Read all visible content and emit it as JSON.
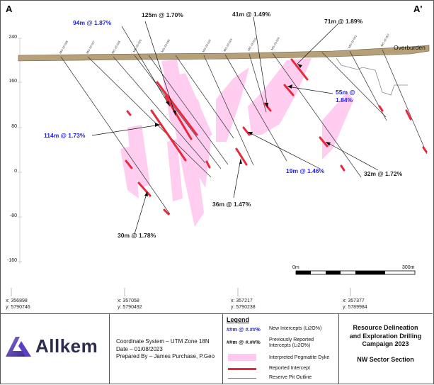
{
  "section": {
    "left_label": "A",
    "right_label": "A'",
    "overburden_label": "Overburden",
    "elevation_ticks": [
      "240",
      "160",
      "80",
      "0",
      "-80",
      "-160"
    ],
    "hole_labels": [
      "MG-22-028",
      "MG-22-027",
      "MG-22-026",
      "MG-22-025",
      "MG-23-040",
      "MG-22-024",
      "MG-22-023",
      "MG-23-019",
      "MG-23-024",
      "MG-22-001",
      "MG-22-007"
    ],
    "scale": {
      "start": "0m",
      "end": "300m"
    }
  },
  "intercepts": {
    "new": [
      "94m @ 1.87%",
      "114m @ 1.73%",
      "55m @ 1.84%",
      "19m @ 1.46%"
    ],
    "previous": [
      "125m @ 1.70%",
      "41m @ 1.49%",
      "71m @ 1.89%",
      "32m @ 1.72%",
      "36m @ 1.47%",
      "30m @ 1.78%"
    ]
  },
  "coordinates": [
    {
      "x": "x: 356898",
      "y": "y: 5790746"
    },
    {
      "x": "x: 357058",
      "y": "y: 5790492"
    },
    {
      "x": "x: 357217",
      "y": "y: 5790238"
    },
    {
      "x": "x: 357377",
      "y": "y: 5789984"
    }
  ],
  "footer": {
    "logo_text": "Allkem",
    "info": [
      "Coordinate System – UTM Zone 18N",
      "Date – 01/08/2023",
      "Prepared By – James Purchase, P.Geo"
    ],
    "legend": {
      "title": "Legend",
      "new_symbol": "##m @ #.##%",
      "new_text": "New Intercepts (Li2O%)",
      "prev_symbol": "##m @ #.##%",
      "prev_text": "Previously Reported Intercepts (Li2O%)",
      "dyke_text": "Interpreted Pegmatite Dyke",
      "intercept_text": "Reported Intercept",
      "pit_text": "Reserve Pit Outline"
    },
    "title": [
      "Resource Delineation",
      "and Exploration Drilling",
      "Campaign 2023"
    ],
    "subtitle": "NW Sector Section"
  },
  "colors": {
    "new_intercept": "#2222dd",
    "previous_intercept": "#222222",
    "dyke": "#ffc8ee",
    "intercept": "#e8283c",
    "overburden": "#b5a07a",
    "logo": "#2b2d4f"
  }
}
